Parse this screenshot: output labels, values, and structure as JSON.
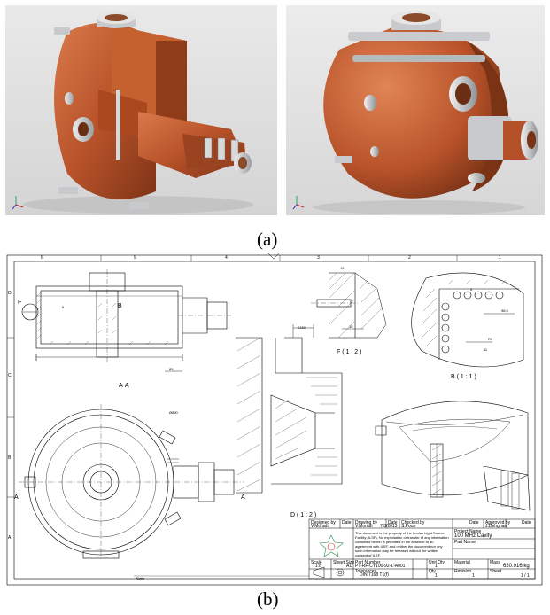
{
  "captions": {
    "a": "(a)",
    "b": "(b)"
  },
  "colors": {
    "copper": "#b9532a",
    "copper_dark": "#7e3417",
    "copper_light": "#d97a4b",
    "steel": "#b8bcc0",
    "line": "#000000"
  },
  "drawing": {
    "zones_top": [
      "6",
      "5",
      "4",
      "3",
      "2",
      "1"
    ],
    "zones_side": [
      "D",
      "C",
      "B",
      "A"
    ],
    "views": {
      "section_aa": "A-A",
      "detail_f": "F ( 1 : 2 )",
      "detail_b": "B ( 1 : 1 )",
      "detail_d": "D ( 1 : 2 )",
      "marker_a": "A",
      "marker_f": "F",
      "marker_b": "B"
    },
    "dimensions": {
      "d890": "Ø890",
      "d2150": "2150",
      "d85": "85",
      "r5": "R5",
      "d11": "11",
      "d98": "98,5",
      "d5": "5",
      "d16": "16",
      "d15": "15",
      "d6": "6"
    },
    "title_block": {
      "designed_by_label": "Designed by",
      "designed_by": "V.Moradi",
      "date_label": "Date",
      "drawn_by_label": "Drawing by",
      "drawn_by": "V.Moradi",
      "drawn_date": "7/3/2013",
      "checked_by_label": "Checked by",
      "checked_by": "S.Pourr",
      "approved_by_label": "Approved by",
      "approved_by": "J.Dehghani",
      "notice": "This document is the property of the Iranian Light Source Facility (ILSF). No exploitation or transfer of any information contained herein is permitted in the absence of an agreement with ILSF, and neither the document nor any such information may be released without the written consent of ILSF.",
      "project_name_label": "Project Name",
      "project_name": "100 MHz Cavity",
      "part_name_label": "Part Name",
      "scale_label": "Scale",
      "scale": "1:8",
      "sheet_size_label": "Sheet Size",
      "sheet_size": "A1",
      "part_number_label": "Part Number",
      "part_number": "PT-RF-CY100-92-1-A001",
      "unit_qty_label": "Unit Qty",
      "unit_qty": "1",
      "material_label": "Material",
      "mass_label": "Mass",
      "mass": "620.916 kg",
      "tolerances_label": "Tolerances",
      "tolerances": "DIN 7168 T1(f)",
      "qty_label": "Qty",
      "qty": "1",
      "revision_label": "Revision",
      "revision": "1",
      "sheet_label": "Sheet",
      "sheet": "1 / 1",
      "note_label": "Note"
    }
  }
}
